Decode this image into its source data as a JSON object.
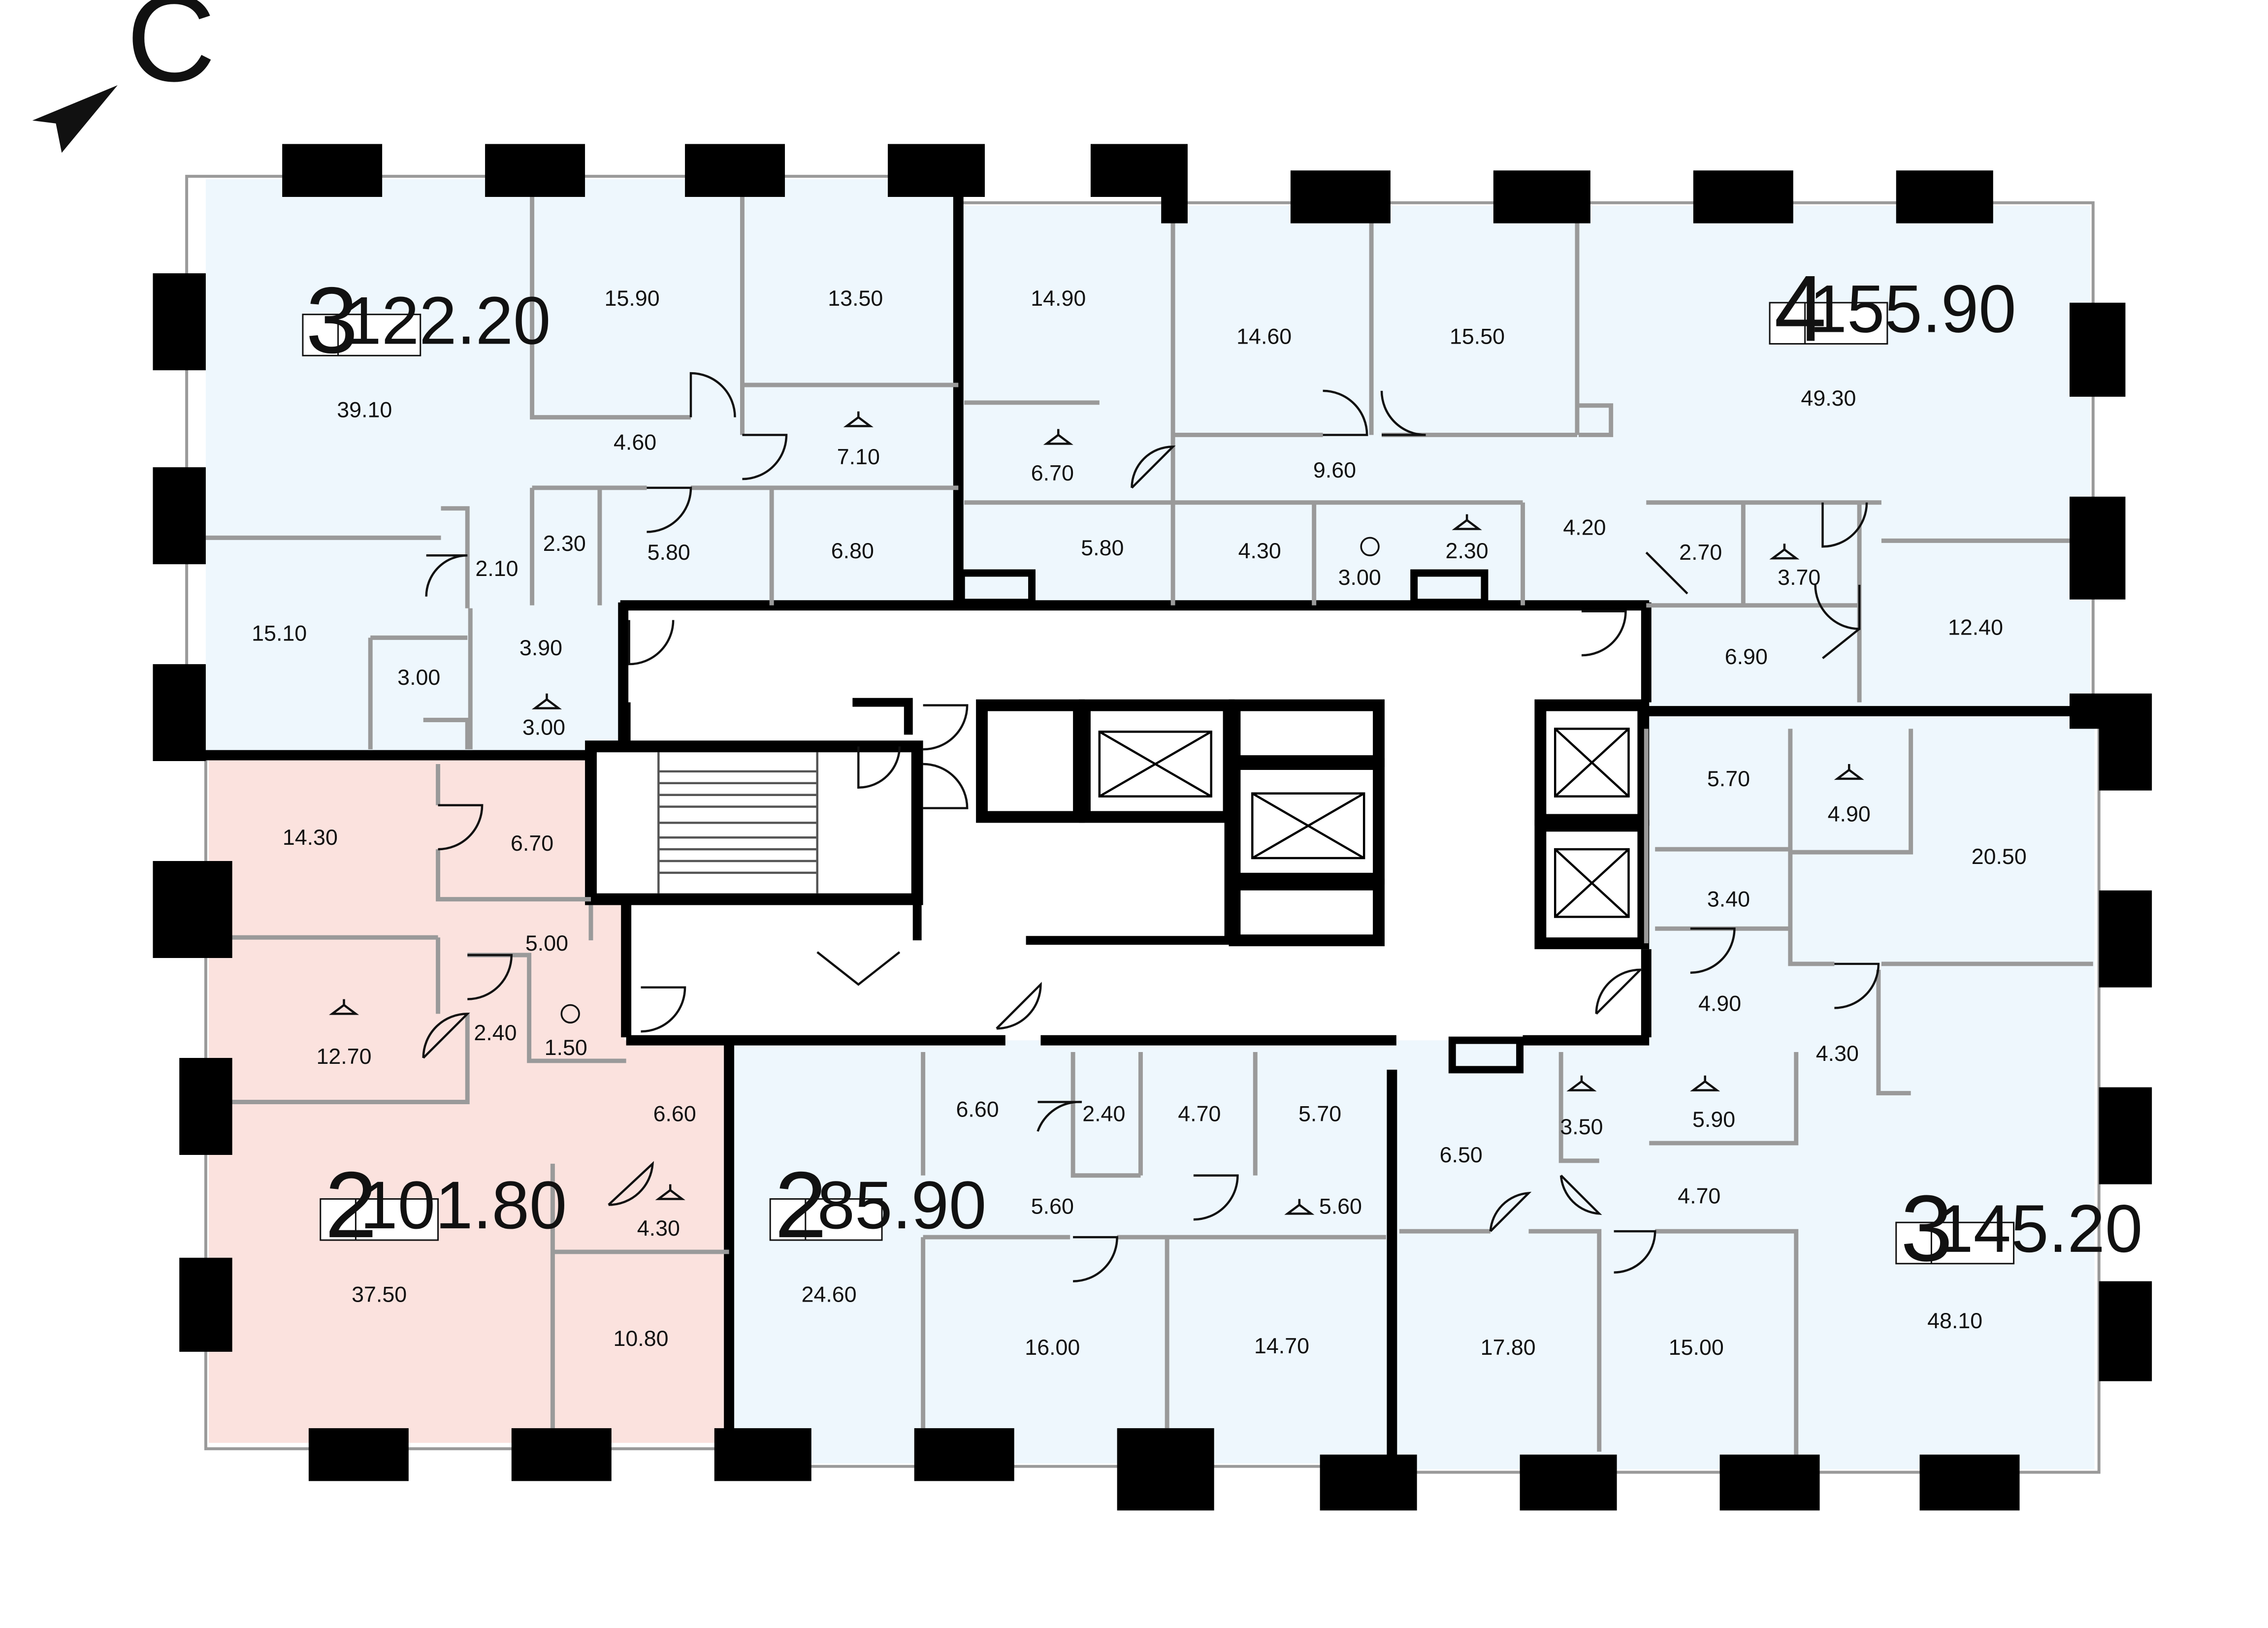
{
  "compass": {
    "label": "С"
  },
  "colors": {
    "apartment_blue": "#eef7fd",
    "apartment_pink": "#fbe2de",
    "core": "#ffffff",
    "wall": "#000000",
    "partition": "#9a9a9a"
  },
  "apartments": [
    {
      "id": "apt-nw",
      "rooms": "3",
      "area": "122.20",
      "fill": "blue"
    },
    {
      "id": "apt-ne",
      "rooms": "4",
      "area": "155.90",
      "fill": "blue"
    },
    {
      "id": "apt-w",
      "rooms": "2",
      "area": "101.80",
      "fill": "pink"
    },
    {
      "id": "apt-s",
      "rooms": "2",
      "area": "85.90",
      "fill": "blue"
    },
    {
      "id": "apt-se",
      "rooms": "3",
      "area": "145.20",
      "fill": "blue"
    }
  ],
  "rooms": [
    {
      "area": "15.90",
      "wardrobe": false
    },
    {
      "area": "13.50",
      "wardrobe": false
    },
    {
      "area": "39.10",
      "wardrobe": false
    },
    {
      "area": "7.10",
      "wardrobe": true
    },
    {
      "area": "4.60",
      "wardrobe": false
    },
    {
      "area": "2.30",
      "wardrobe": false
    },
    {
      "area": "5.80",
      "wardrobe": false
    },
    {
      "area": "6.80",
      "wardrobe": false
    },
    {
      "area": "2.10",
      "wardrobe": false
    },
    {
      "area": "15.10",
      "wardrobe": false
    },
    {
      "area": "3.90",
      "wardrobe": false
    },
    {
      "area": "3.00",
      "wardrobe": false
    },
    {
      "area": "3.00",
      "wardrobe": true
    },
    {
      "area": "14.90",
      "wardrobe": false
    },
    {
      "area": "14.60",
      "wardrobe": false
    },
    {
      "area": "15.50",
      "wardrobe": false
    },
    {
      "area": "49.30",
      "wardrobe": false
    },
    {
      "area": "6.70",
      "wardrobe": true
    },
    {
      "area": "9.60",
      "wardrobe": false
    },
    {
      "area": "5.80",
      "wardrobe": false
    },
    {
      "area": "4.30",
      "wardrobe": false
    },
    {
      "area": "3.00",
      "wardrobe": false
    },
    {
      "area": "2.30",
      "wardrobe": true
    },
    {
      "area": "4.20",
      "wardrobe": false
    },
    {
      "area": "2.70",
      "wardrobe": false
    },
    {
      "area": "3.70",
      "wardrobe": true
    },
    {
      "area": "6.90",
      "wardrobe": false
    },
    {
      "area": "12.40",
      "wardrobe": false
    },
    {
      "area": "14.30",
      "wardrobe": false
    },
    {
      "area": "6.70",
      "wardrobe": false
    },
    {
      "area": "5.00",
      "wardrobe": false
    },
    {
      "area": "12.70",
      "wardrobe": true
    },
    {
      "area": "2.40",
      "wardrobe": false
    },
    {
      "area": "1.50",
      "wardrobe": false
    },
    {
      "area": "6.60",
      "wardrobe": false
    },
    {
      "area": "4.30",
      "wardrobe": true
    },
    {
      "area": "37.50",
      "wardrobe": false
    },
    {
      "area": "10.80",
      "wardrobe": false
    },
    {
      "area": "6.60",
      "wardrobe": false
    },
    {
      "area": "2.40",
      "wardrobe": false
    },
    {
      "area": "4.70",
      "wardrobe": false
    },
    {
      "area": "5.70",
      "wardrobe": false
    },
    {
      "area": "5.60",
      "wardrobe": false
    },
    {
      "area": "5.60",
      "wardrobe": true
    },
    {
      "area": "24.60",
      "wardrobe": false
    },
    {
      "area": "16.00",
      "wardrobe": false
    },
    {
      "area": "14.70",
      "wardrobe": false
    },
    {
      "area": "5.70",
      "wardrobe": false
    },
    {
      "area": "4.90",
      "wardrobe": true
    },
    {
      "area": "20.50",
      "wardrobe": false
    },
    {
      "area": "3.40",
      "wardrobe": false
    },
    {
      "area": "4.90",
      "wardrobe": false
    },
    {
      "area": "4.30",
      "wardrobe": false
    },
    {
      "area": "3.50",
      "wardrobe": true
    },
    {
      "area": "5.90",
      "wardrobe": true
    },
    {
      "area": "6.50",
      "wardrobe": false
    },
    {
      "area": "4.70",
      "wardrobe": false
    },
    {
      "area": "17.80",
      "wardrobe": false
    },
    {
      "area": "15.00",
      "wardrobe": false
    },
    {
      "area": "48.10",
      "wardrobe": false
    }
  ]
}
